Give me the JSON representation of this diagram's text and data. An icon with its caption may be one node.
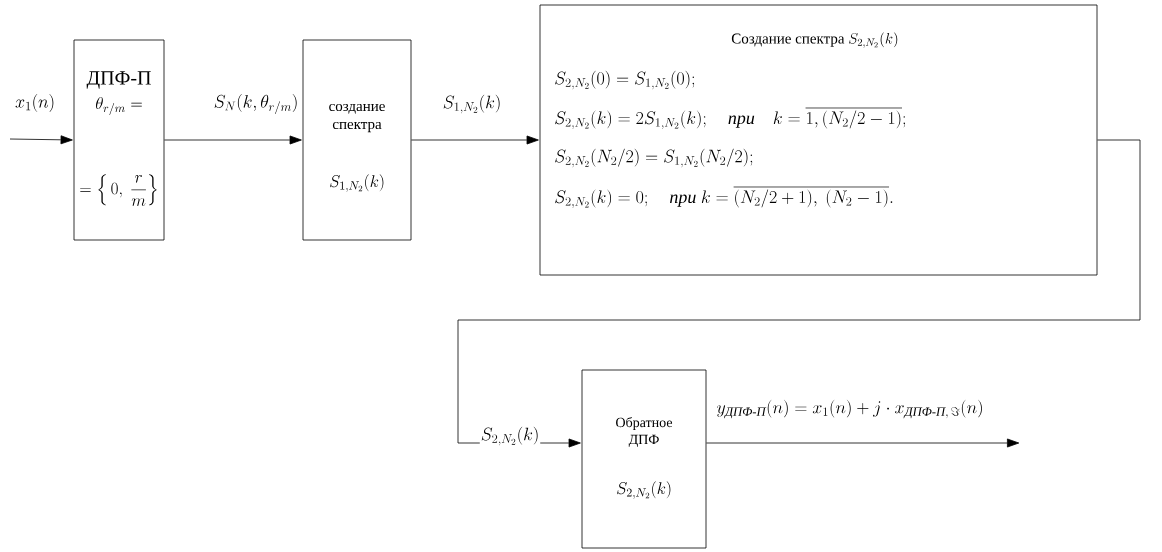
{
  "diagram": {
    "nodes": [
      {
        "text": [
          "ДПФ-П",
          "\\theta_{r/m} =",
          "=\\left\\{\\,0,\\ \\dfrac{r}{m}\\right\\}"
        ]
      },
      {
        "text": [
          "создание спектра",
          "S_{1,N_2}(k)"
        ]
      },
      {
        "text": [
          "\\text{Создание спектра } S_{2,N_2}(k)",
          "S_{2,N_2}(0)=S_{1,N_2}(0);",
          "S_{2,N_2}(k)=2S_{1,N_2}(k);\\quad \\textit{при}\\quad k=\\overline{1,(N_2/2-1)};",
          "S_{2,N_2}(N_2/2)=S_{1,N_2}(N_2/2);",
          "S_{2,N_2}(k)=0;\\quad \\textit{при}\\ k=\\overline{(N_2/2+1),\\ (N_2-1)}."
        ]
      },
      {
        "text": [
          "Обратное ДПФ",
          "S_{2,N_2}(k)"
        ]
      }
    ],
    "edges": [
      {
        "from": null,
        "to": 0,
        "arrow": "to",
        "label": "x_1(n)"
      },
      {
        "from": 0,
        "to": 1,
        "arrow": "to",
        "label": "S_N(k,\\theta_{r/m})"
      },
      {
        "from": 1,
        "to": 2,
        "arrow": "to",
        "label": "S_{1,N_2}(k)"
      },
      {
        "from": 2,
        "to": 3,
        "arrow": "to",
        "label": "S_{2,N_2}(k)"
      },
      {
        "from": 3,
        "to": null,
        "arrow": "to",
        "label": "y_{\\textit{ДПФ-П}}(n)=x_1(n)+j\\cdot x_{\\textit{ДПФ-П},\\,\\Im}(n)"
      }
    ]
  }
}
